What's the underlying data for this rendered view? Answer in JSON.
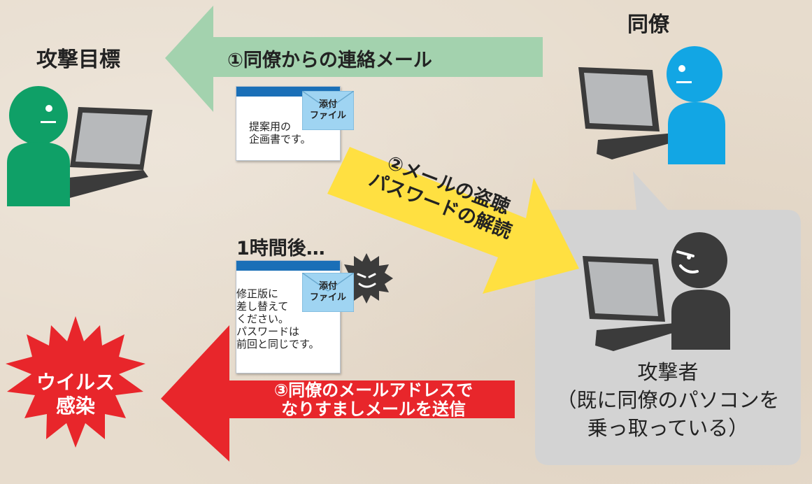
{
  "labels": {
    "target": "攻撃目標",
    "colleague": "同僚",
    "one_hour_later": "1時間後…"
  },
  "arrows": {
    "step1": "①同僚からの連絡メール",
    "step2_line1": "②メールの盗聴",
    "step2_line2": "パスワードの解読",
    "step3_line1": "③同僚のメールアドレスで",
    "step3_line2": "なりすましメールを送信"
  },
  "mail1": {
    "attach_line1": "添付",
    "attach_line2": "ファイル",
    "body_line1": "提案用の",
    "body_line2": "企画書です。"
  },
  "mail2": {
    "attach_line1": "添付",
    "attach_line2": "ファイル",
    "body_lines": [
      "修正版に",
      "差し替えて",
      "ください。",
      "パスワードは",
      "前回と同じです。"
    ]
  },
  "attacker": {
    "line1": "攻撃者",
    "line2": "（既に同僚のパソコンを",
    "line3": "乗っ取っている）"
  },
  "infection": {
    "line1": "ウイルス",
    "line2": "感染"
  },
  "colors": {
    "target_person": "#0fa067",
    "colleague_person": "#12a6e4",
    "attacker_person": "#3b3b3b",
    "arrow_green": "#a3d2ae",
    "arrow_yellow": "#ffe041",
    "arrow_red": "#e8262b",
    "burst_red": "#e8262b",
    "mail_header": "#1a6fb7",
    "attach_blue": "#9fd4f2"
  }
}
